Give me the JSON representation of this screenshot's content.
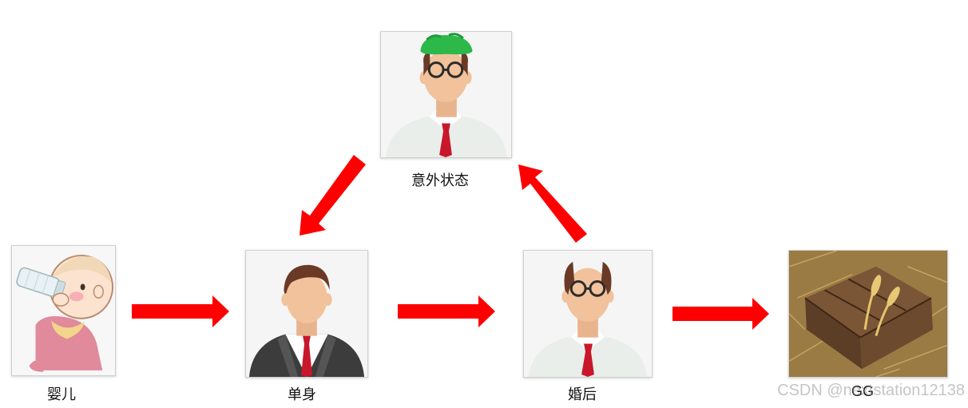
{
  "nodes": {
    "baby": {
      "label": "婴儿"
    },
    "single": {
      "label": "单身"
    },
    "accident": {
      "label": "意外状态"
    },
    "married": {
      "label": "婚后"
    },
    "gg": {
      "label": "GG"
    }
  },
  "watermark": "CSDN @nextstation12138",
  "colors": {
    "arrow": "#ff0000",
    "hair_green": "#2db84a",
    "tie": "#c8172b"
  }
}
